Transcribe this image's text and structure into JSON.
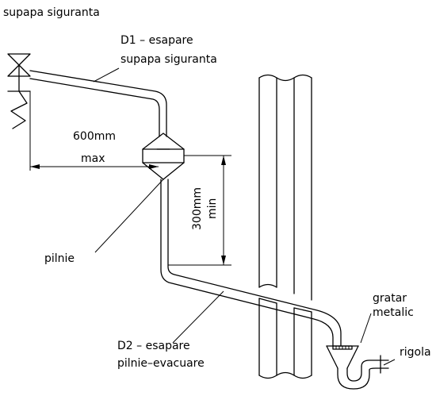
{
  "labels": {
    "safety_valve": "supapa siguranta",
    "d1_line1": "D1 – esapare",
    "d1_line2": "supapa siguranta",
    "dim_horizontal_value": "600mm",
    "dim_horizontal_qualifier": "max",
    "dim_vertical_value": "300mm",
    "dim_vertical_qualifier": "min",
    "tundish": "pilnie",
    "d2_line1": "D2 – esapare",
    "d2_line2": "pilnie–evacuare",
    "grating_line1": "gratar",
    "grating_line2": "metalic",
    "trap": "rigola"
  }
}
